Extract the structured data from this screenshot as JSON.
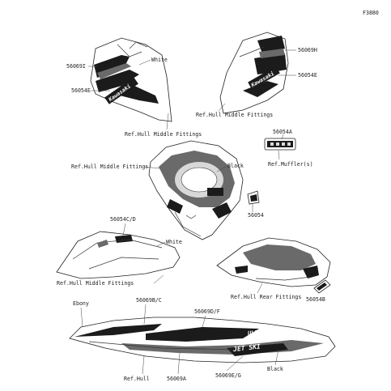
{
  "figure_code": "F3880",
  "callouts": {
    "p56069I": "56069I",
    "white_top_left": "White",
    "p56054E_left": "56054E",
    "p56069H": "56069H",
    "p56054E_right": "56054E",
    "ref_hull_middle_top_right": "Ref.Hull Middle Fittings",
    "ref_hull_middle_top_left": "Ref.Hull Middle Fittings",
    "p56054A": "56054A",
    "ref_muffler": "Ref.Muffler(s)",
    "ref_hull_middle_center": "Ref.Hull Middle Fittings",
    "black_center": "Black",
    "p56054": "56054",
    "p56054CD": "56054C/D",
    "white_mid_left": "White",
    "ref_hull_middle_lower": "Ref.Hull Middle Fittings",
    "ref_hull_rear": "Ref.Hull Rear Fittings",
    "p56054B": "56054B",
    "ebony": "Ebony",
    "p56069BC": "56069B/C",
    "p56069DF": "56069D/F",
    "ref_hull": "Ref.Hull",
    "p56069A": "56069A",
    "p56069EG": "56069E/G",
    "black_bottom": "Black"
  },
  "decal_text": {
    "brand": "Kawasaki",
    "model": "JET SKI",
    "sub_model": "ULTRA"
  },
  "colors": {
    "ink": "#222222",
    "decal_dark": "#1b1b1b",
    "decal_grey": "#6a6a6a",
    "paper": "#ffffff"
  }
}
